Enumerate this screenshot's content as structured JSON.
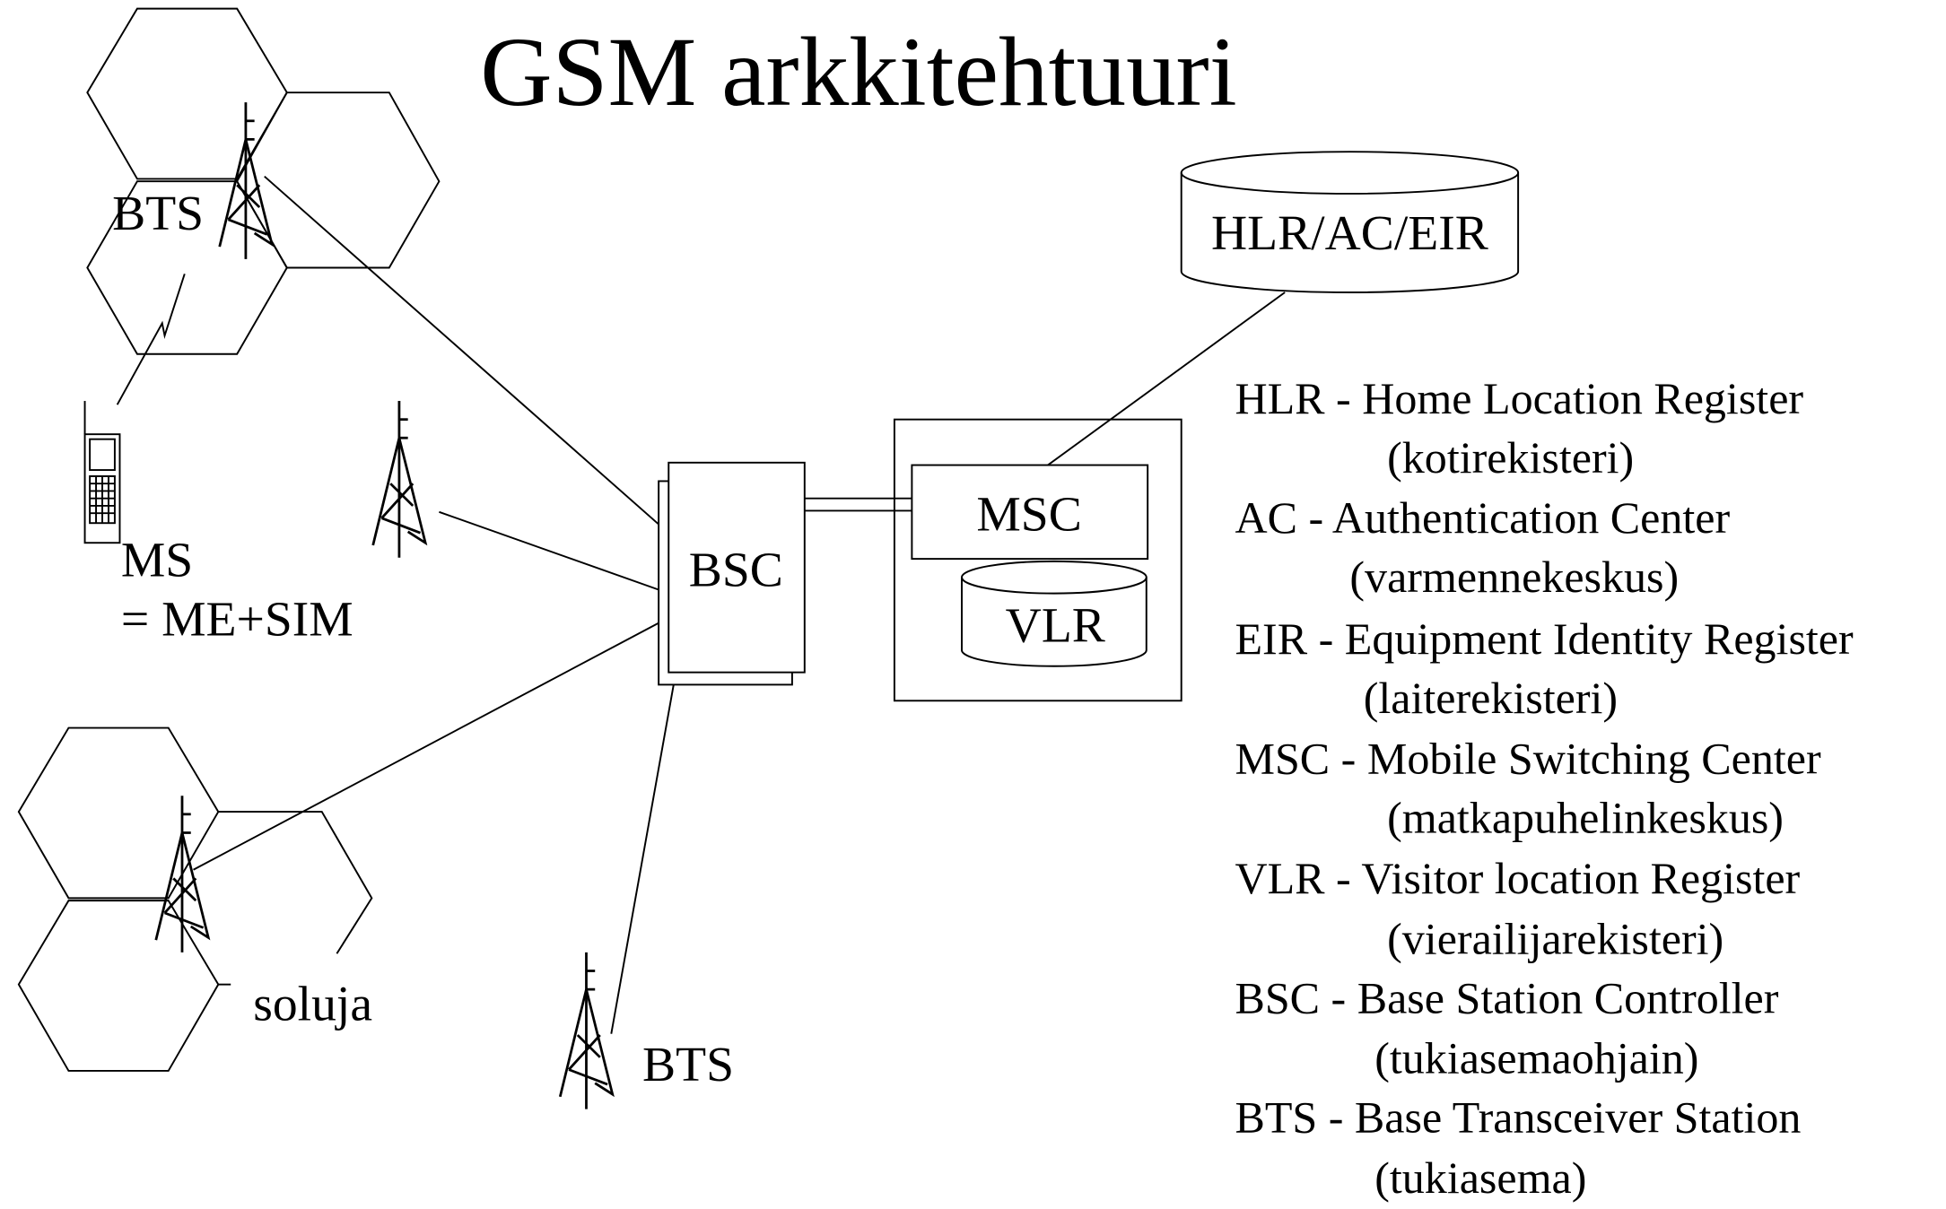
{
  "title": "GSM arkkitehtuuri",
  "labels": {
    "bts_top": "BTS",
    "bts_bottom": "BTS",
    "ms_line1": "MS",
    "ms_line2": "= ME+SIM",
    "soluja": "soluja",
    "bsc": "BSC",
    "msc": "MSC",
    "vlr": "VLR",
    "hlr": "HLR/AC/EIR"
  },
  "legend": [
    {
      "term": "HLR - Home Location Register",
      "desc": "(kotirekisteri)"
    },
    {
      "term": "AC - Authentication Center",
      "desc": "(varmennekeskus)"
    },
    {
      "term": "EIR - Equipment Identity Register",
      "desc": "(laiterekisteri)"
    },
    {
      "term": "MSC - Mobile Switching Center",
      "desc": "(matkapuhelinkeskus)"
    },
    {
      "term": "VLR - Visitor location Register",
      "desc": "(vierailijarekisteri)"
    },
    {
      "term": "BSC - Base Station Controller",
      "desc": "(tukiasemaohjain)"
    },
    {
      "term": "BTS - Base Transceiver Station",
      "desc": "(tukiasema)"
    }
  ]
}
